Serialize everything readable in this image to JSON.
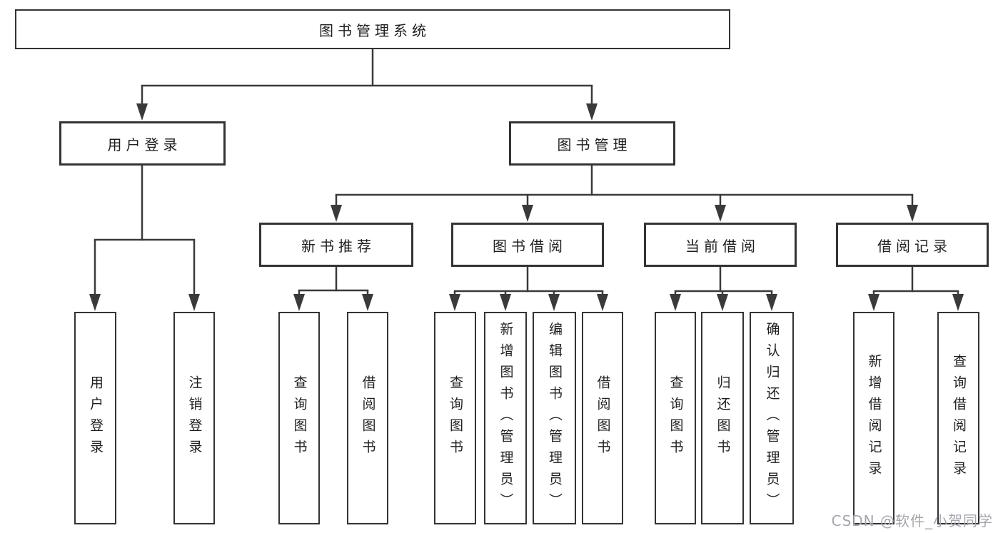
{
  "tree": {
    "root": {
      "label": "图书管理系统"
    },
    "user_branch": {
      "label": "用户登录",
      "children": [
        {
          "label": "用户登录"
        },
        {
          "label": "注销登录"
        }
      ]
    },
    "book_branch": {
      "label": "图书管理",
      "groups": [
        {
          "label": "新书推荐",
          "children": [
            {
              "label": "查询图书"
            },
            {
              "label": "借阅图书"
            }
          ]
        },
        {
          "label": "图书借阅",
          "children": [
            {
              "label": "查询图书"
            },
            {
              "label": "新增图书（管理员）"
            },
            {
              "label": "编辑图书（管理员）"
            },
            {
              "label": "借阅图书"
            }
          ]
        },
        {
          "label": "当前借阅",
          "children": [
            {
              "label": "查询图书"
            },
            {
              "label": "归还图书"
            },
            {
              "label": "确认归还（管理员）"
            }
          ]
        },
        {
          "label": "借阅记录",
          "children": [
            {
              "label": "新增借阅记录"
            },
            {
              "label": "查询借阅记录"
            }
          ]
        }
      ]
    }
  },
  "watermark": {
    "text": "CSDN @软件_小贺同学"
  },
  "colors": {
    "background": "#ffffff",
    "line": "#3a3a3a",
    "box_border": "#333333",
    "text": "#1f1f1f",
    "watermark": "#a5a5af"
  }
}
